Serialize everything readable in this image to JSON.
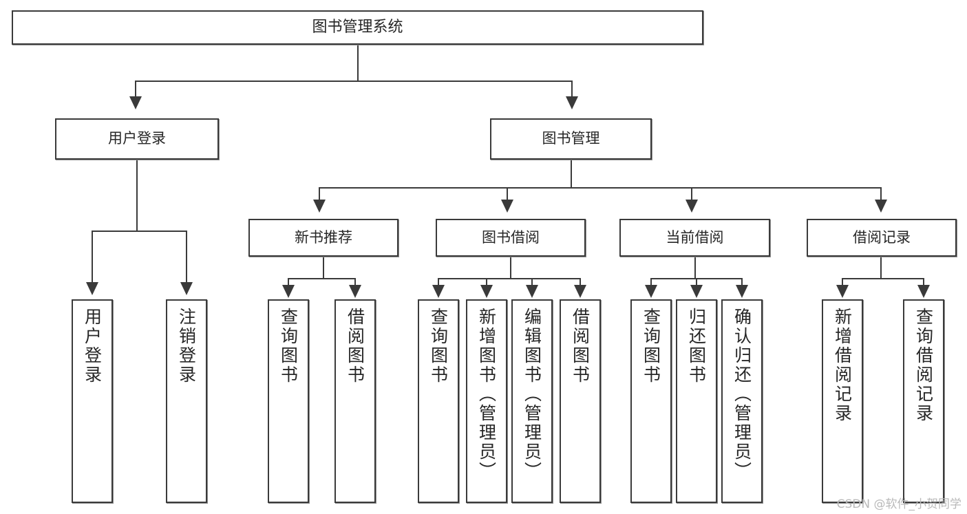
{
  "diagram": {
    "title": "图书管理系统",
    "type": "功能结构图",
    "watermark": "CSDN @软件_小贺同学",
    "nodes": {
      "root": {
        "label": "图书管理系统",
        "level": 0
      },
      "user_login": {
        "label": "用户登录",
        "level": 1
      },
      "book_manage": {
        "label": "图书管理",
        "level": 1
      },
      "new_book_rec": {
        "label": "新书推荐",
        "level": 2
      },
      "book_borrow": {
        "label": "图书借阅",
        "level": 2
      },
      "current_borrow": {
        "label": "当前借阅",
        "level": 2
      },
      "borrow_record": {
        "label": "借阅记录",
        "level": 2
      },
      "leaf_user_login": {
        "label": "用户登录",
        "level": 3
      },
      "leaf_logout": {
        "label": "注销登录",
        "level": 3
      },
      "leaf_query_book_1": {
        "label": "查询图书",
        "level": 3
      },
      "leaf_borrow_book_1": {
        "label": "借阅图书",
        "level": 3
      },
      "leaf_query_book_2": {
        "label": "查询图书",
        "level": 3
      },
      "leaf_add_book": {
        "label": "新增图书（管理员）",
        "level": 3
      },
      "leaf_edit_book": {
        "label": "编辑图书（管理员）",
        "level": 3
      },
      "leaf_borrow_book_2": {
        "label": "借阅图书",
        "level": 3
      },
      "leaf_query_book_3": {
        "label": "查询图书",
        "level": 3
      },
      "leaf_return_book": {
        "label": "归还图书",
        "level": 3
      },
      "leaf_confirm_return": {
        "label": "确认归还（管理员）",
        "level": 3
      },
      "leaf_add_record": {
        "label": "新增借阅记录",
        "level": 3
      },
      "leaf_query_record": {
        "label": "查询借阅记录",
        "level": 3
      }
    },
    "edges": [
      {
        "from": "root",
        "to": "user_login"
      },
      {
        "from": "root",
        "to": "book_manage"
      },
      {
        "from": "user_login",
        "to": "leaf_user_login"
      },
      {
        "from": "user_login",
        "to": "leaf_logout"
      },
      {
        "from": "book_manage",
        "to": "new_book_rec"
      },
      {
        "from": "book_manage",
        "to": "book_borrow"
      },
      {
        "from": "book_manage",
        "to": "current_borrow"
      },
      {
        "from": "book_manage",
        "to": "borrow_record"
      },
      {
        "from": "new_book_rec",
        "to": "leaf_query_book_1"
      },
      {
        "from": "new_book_rec",
        "to": "leaf_borrow_book_1"
      },
      {
        "from": "book_borrow",
        "to": "leaf_query_book_2"
      },
      {
        "from": "book_borrow",
        "to": "leaf_add_book"
      },
      {
        "from": "book_borrow",
        "to": "leaf_edit_book"
      },
      {
        "from": "book_borrow",
        "to": "leaf_borrow_book_2"
      },
      {
        "from": "current_borrow",
        "to": "leaf_query_book_3"
      },
      {
        "from": "current_borrow",
        "to": "leaf_return_book"
      },
      {
        "from": "current_borrow",
        "to": "leaf_confirm_return"
      },
      {
        "from": "borrow_record",
        "to": "leaf_add_record"
      },
      {
        "from": "borrow_record",
        "to": "leaf_query_record"
      }
    ],
    "colors": {
      "border": "#3a3a3a",
      "text": "#262626",
      "background": "#ffffff",
      "watermark": "#b9b9b9"
    }
  }
}
